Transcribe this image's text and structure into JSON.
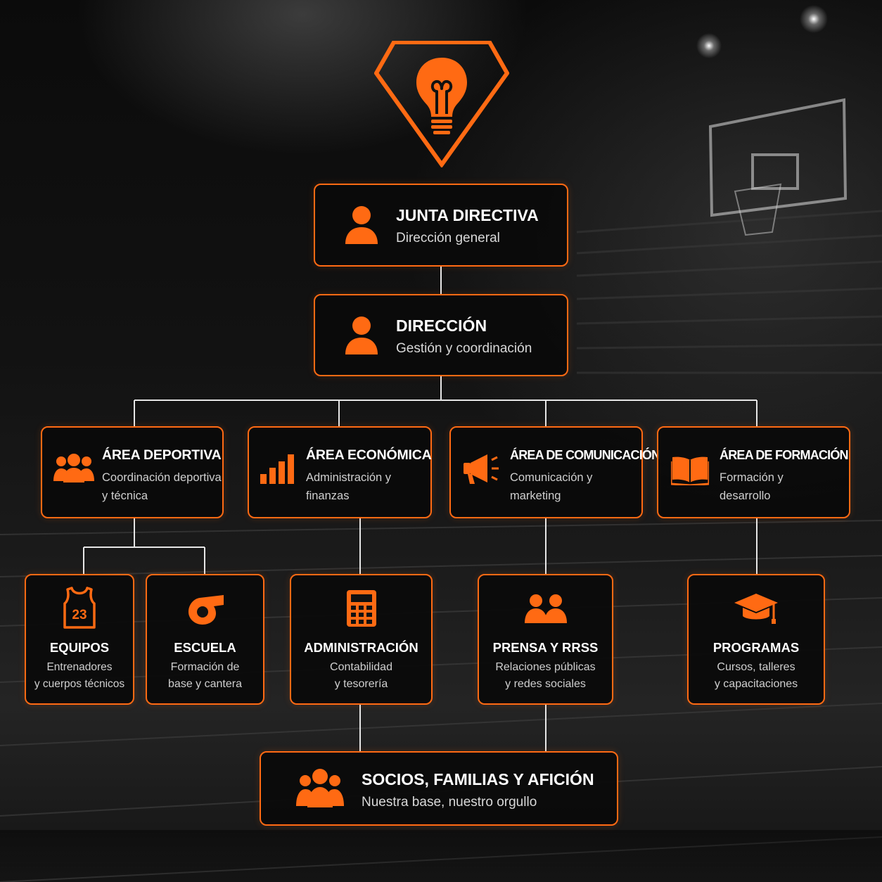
{
  "colors": {
    "accent": "#ff6a13",
    "background": "#111111",
    "connector": "#e6e6e6"
  },
  "logo": {
    "icon": "lightbulb-shield-icon"
  },
  "junta": {
    "title": "JUNTA DIRECTIVA",
    "subtitle": "Dirección general",
    "icon": "person-icon"
  },
  "direccion": {
    "title": "DIRECCIÓN",
    "subtitle": "Gestión y coordinación",
    "icon": "person-icon"
  },
  "areas": [
    {
      "title": "ÁREA DEPORTIVA",
      "subtitle": "Coordinación deportiva\ny técnica",
      "icon": "group-icon"
    },
    {
      "title": "ÁREA ECONÓMICA",
      "subtitle": "Administración y\nfinanzas",
      "icon": "bar-chart-icon"
    },
    {
      "title": "ÁREA DE COMUNICACIÓN",
      "subtitle": "Comunicación y\nmarketing",
      "icon": "megaphone-icon"
    },
    {
      "title": "ÁREA DE FORMACIÓN",
      "subtitle": "Formación y\ndesarrollo",
      "icon": "open-book-icon"
    }
  ],
  "units": [
    {
      "title": "EQUIPOS",
      "subtitle": "Entrenadores\ny cuerpos técnicos",
      "icon": "jersey-icon",
      "jersey_number": "23"
    },
    {
      "title": "ESCUELA",
      "subtitle": "Formación de\nbase y cantera",
      "icon": "whistle-icon"
    },
    {
      "title": "ADMINISTRACIÓN",
      "subtitle": "Contabilidad\ny tesorería",
      "icon": "calculator-icon"
    },
    {
      "title": "PRENSA Y RRSS",
      "subtitle": "Relaciones públicas\ny redes sociales",
      "icon": "people-pair-icon"
    },
    {
      "title": "PROGRAMAS",
      "subtitle": "Cursos, talleres\ny capacitaciones",
      "icon": "graduation-cap-icon"
    }
  ],
  "base": {
    "title": "SOCIOS, FAMILIAS Y AFICIÓN",
    "subtitle": "Nuestra base, nuestro orgullo",
    "icon": "crowd-icon"
  }
}
